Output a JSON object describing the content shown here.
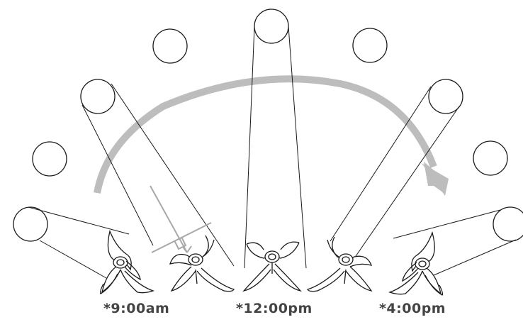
{
  "labels": {
    "morning": "*9:00am",
    "noon": "*12:00pm",
    "afternoon": "*4:00pm"
  },
  "colors": {
    "line": "#1a1a1a",
    "arc": "#bdbdbd",
    "gnomon": "#a8a8a8",
    "label": "#444444"
  },
  "icons": {
    "sun_positions": "sun-circle-icon",
    "plant": "flower-plant-icon",
    "path": "sun-path-arrow"
  }
}
